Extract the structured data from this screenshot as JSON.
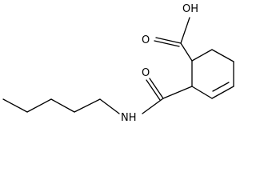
{
  "molecule": {
    "atom_labels": {
      "hydroxyl": "OH",
      "carboxyl_oxygen": "O",
      "amide_oxygen": "O",
      "amide_nitrogen": "NH"
    }
  }
}
